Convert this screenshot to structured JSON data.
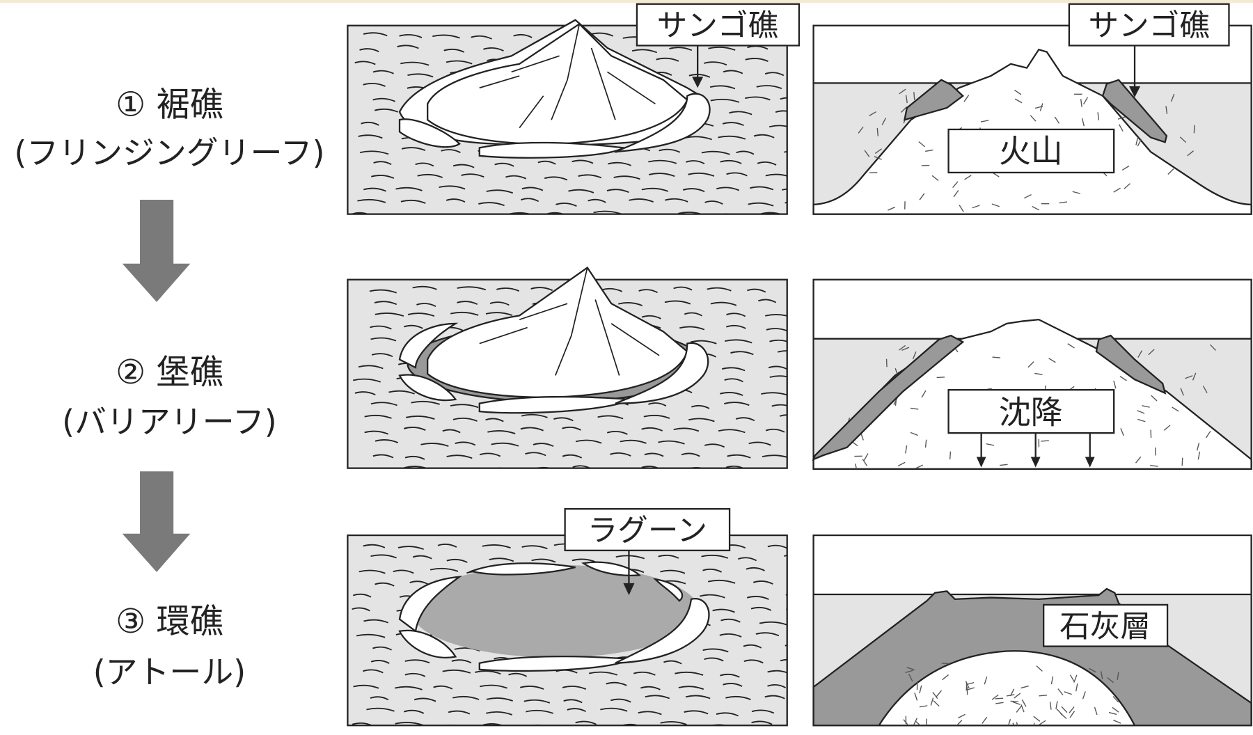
{
  "stages": [
    {
      "title": "① 裾礁",
      "subtitle": "(フリンジングリーフ)"
    },
    {
      "title": "② 堡礁",
      "subtitle": "(バリアリーフ)"
    },
    {
      "title": "③ 環礁",
      "subtitle": "(アトール)"
    }
  ],
  "labels": {
    "coral_reef_top": "サンゴ礁",
    "coral_reef_side": "サンゴ礁",
    "volcano": "火山",
    "subsidence": "沈降",
    "lagoon": "ラグーン",
    "limestone": "石灰層"
  },
  "colors": {
    "reef": "#999999",
    "water": "#e4e4e4",
    "arrow": "#7a7a7a",
    "line": "#222222"
  }
}
